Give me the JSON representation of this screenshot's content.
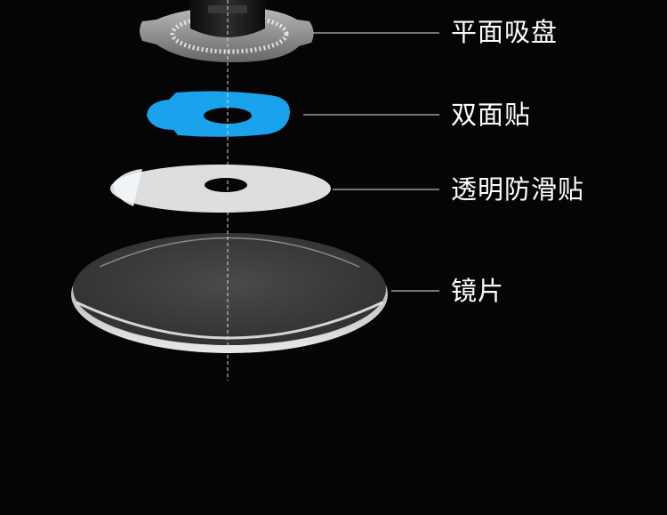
{
  "labels": {
    "suction_cup": "平面吸盘",
    "double_sided_tape": "双面贴",
    "anti_slip_sticker": "透明防滑贴",
    "lens": "镜片"
  },
  "colors": {
    "background": "#050505",
    "tape_blue": "#1aa3ec",
    "anti_slip_white": "#dcdcdc",
    "lens_dark": "#3c3c3c",
    "leader_line": "#e6e6e6"
  }
}
